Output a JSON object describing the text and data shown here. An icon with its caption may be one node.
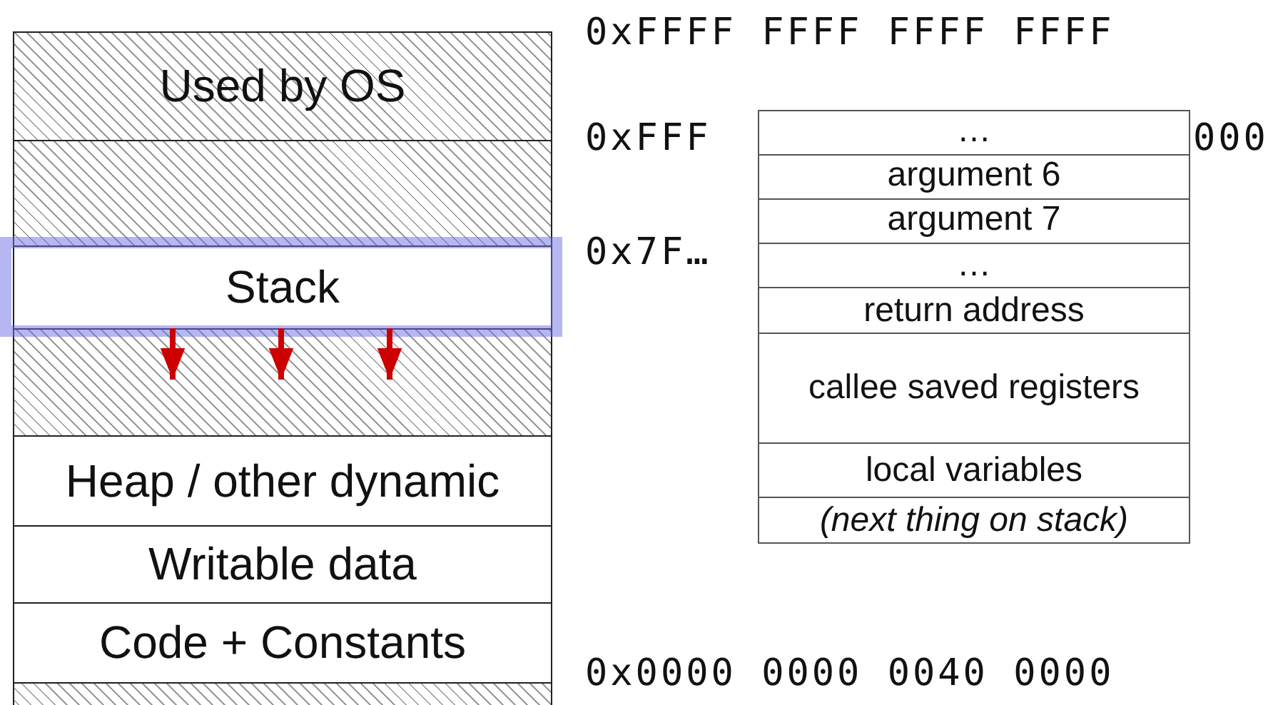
{
  "diagram": {
    "nodes": [
      {
        "text": [
          "Used by OS"
        ]
      },
      {
        "text": [],
        "shape": "box"
      },
      {
        "text": [
          "Stack"
        ]
      },
      {
        "text": [],
        "shape": "box"
      },
      {
        "text": [
          "Heap / other dynamic"
        ]
      },
      {
        "text": [
          "Writable data"
        ]
      },
      {
        "text": [
          "Code + Constants"
        ]
      },
      {
        "text": [],
        "shape": "box"
      },
      {
        "text": [
          "…"
        ]
      },
      {
        "text": [
          "argument 6"
        ]
      },
      {
        "text": [
          "argument 7"
        ]
      },
      {
        "text": [
          "…"
        ]
      },
      {
        "text": [
          "return address"
        ]
      },
      {
        "text": [
          "callee saved registers"
        ]
      },
      {
        "text": [
          "local variables"
        ]
      },
      {
        "text": [
          "(next thing on stack)"
        ]
      }
    ],
    "edges": [
      {
        "from": 2,
        "to": 3,
        "arrow": "to",
        "color": "#cc0000"
      },
      {
        "from": 2,
        "to": 3,
        "arrow": "to",
        "color": "#cc0000"
      },
      {
        "from": 2,
        "to": 3,
        "arrow": "to",
        "color": "#cc0000"
      }
    ],
    "labels": [
      "0xFFFF FFFF FFFF FFFF",
      "0xFFF",
      "000",
      "0x7F…",
      "0x0000 0000 0040 0000"
    ]
  }
}
